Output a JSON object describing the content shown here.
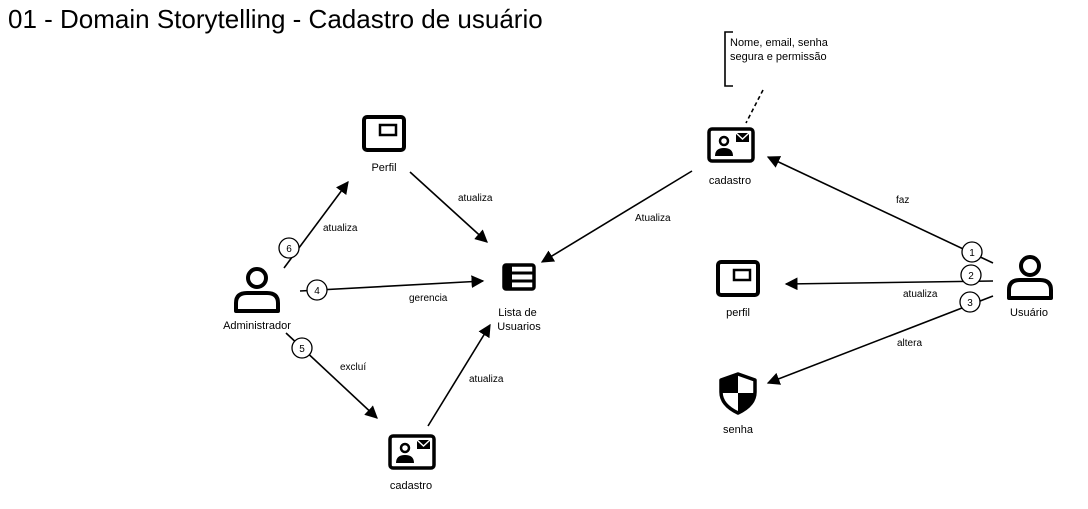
{
  "title": "01 - Domain Storytelling - Cadastro de usuário",
  "nodes": {
    "perfil_admin": "Perfil",
    "administrador": "Administrador",
    "lista_usuarios": [
      "Lista de",
      "Usuarios"
    ],
    "cadastro_admin": "cadastro",
    "cadastro_user": "cadastro",
    "perfil_user": "perfil",
    "senha": "senha",
    "usuario": "Usuário"
  },
  "annotation": [
    "Nome, email, senha",
    "segura e permissão"
  ],
  "edges": {
    "atualiza_6": "atualiza",
    "perfil_atualiza": "atualiza",
    "gerencia_4": "gerencia",
    "exclui_5": "excluí",
    "cadastro_atualiza": "atualiza",
    "cadastro_user_atualiza": "Atualiza",
    "faz_1": "faz",
    "atualiza_2": "atualiza",
    "altera_3": "altera"
  },
  "steps": {
    "s1": "1",
    "s2": "2",
    "s3": "3",
    "s4": "4",
    "s5": "5",
    "s6": "6"
  }
}
